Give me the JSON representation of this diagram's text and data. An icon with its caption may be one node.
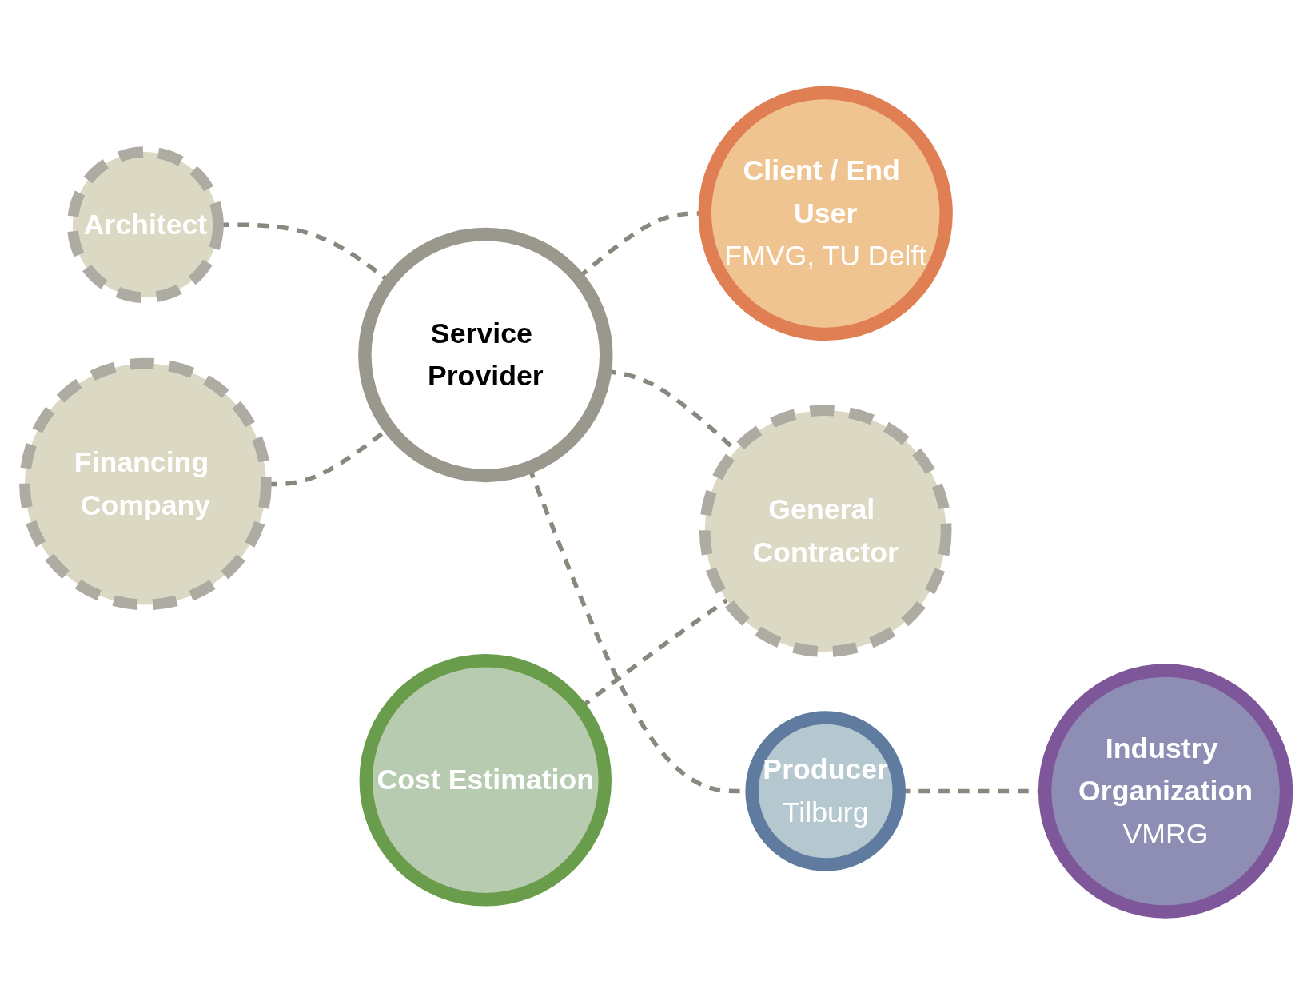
{
  "diagram": {
    "nodes": [
      {
        "text": [
          "Architect"
        ]
      },
      {
        "text": [
          "Financing Company"
        ]
      },
      {
        "text": [
          "Service Provider"
        ]
      },
      {
        "text": [
          "Client / End User",
          "FMVG, TU Delft"
        ]
      },
      {
        "text": [
          "Cost Estimation"
        ]
      },
      {
        "text": [
          "General Contractor"
        ]
      },
      {
        "text": [
          "Producer",
          "Tilburg"
        ]
      },
      {
        "text": [
          "Industry Organization",
          "VMRG"
        ]
      }
    ],
    "edges": [
      {
        "from": 0,
        "to": 2,
        "arrow": "none",
        "style": "dashed"
      },
      {
        "from": 1,
        "to": 2,
        "arrow": "none",
        "style": "dashed"
      },
      {
        "from": 2,
        "to": 3,
        "arrow": "none",
        "style": "dashed"
      },
      {
        "from": 2,
        "to": 5,
        "arrow": "none",
        "style": "dashed"
      },
      {
        "from": 2,
        "to": 6,
        "arrow": "none",
        "style": "dashed"
      },
      {
        "from": 4,
        "to": 5,
        "arrow": "none",
        "style": "dashed"
      },
      {
        "from": 6,
        "to": 7,
        "arrow": "none",
        "style": "dashed"
      }
    ]
  }
}
